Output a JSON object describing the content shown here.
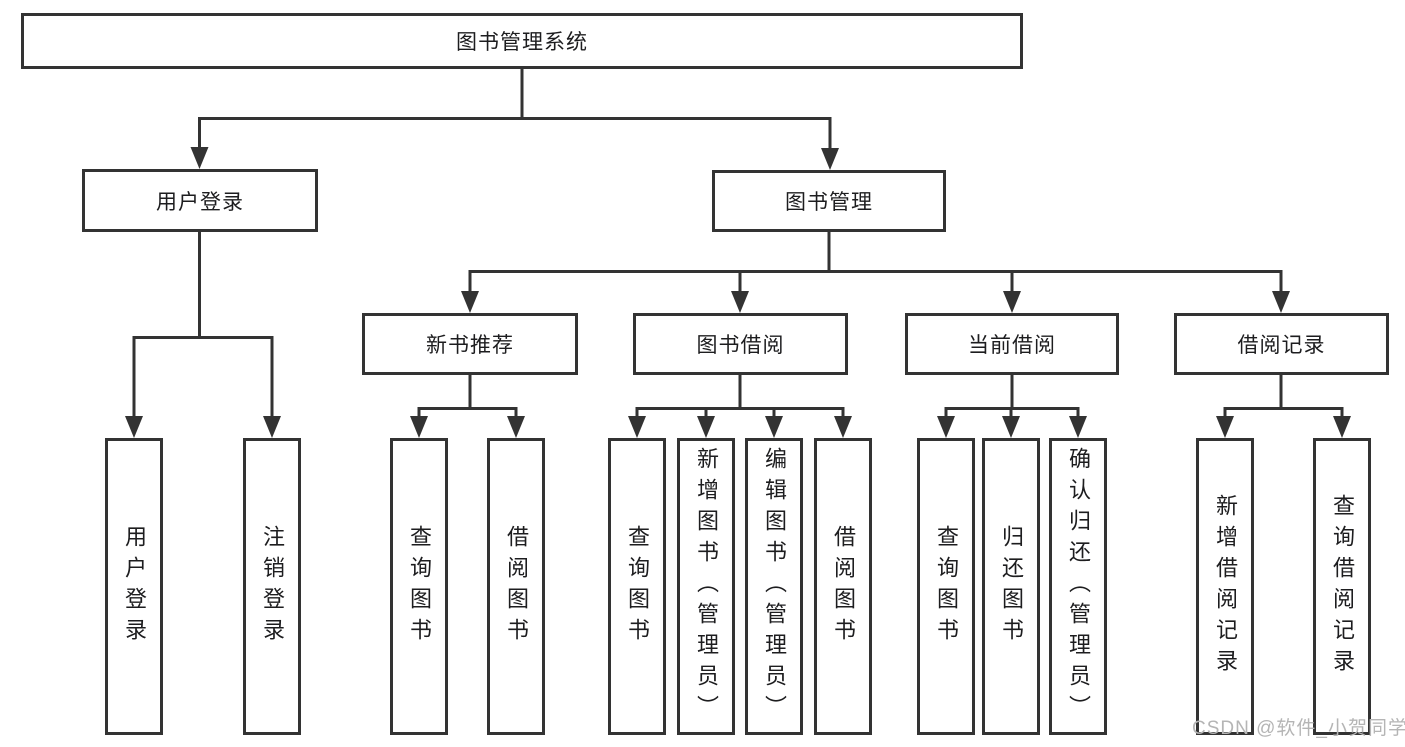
{
  "tree": {
    "root": "图书管理系统",
    "children": [
      {
        "label": "用户登录",
        "children": [
          "用户登录",
          "注销登录"
        ]
      },
      {
        "label": "图书管理",
        "children": [
          {
            "label": "新书推荐",
            "children": [
              "查询图书",
              "借阅图书"
            ]
          },
          {
            "label": "图书借阅",
            "children": [
              "查询图书",
              "新增图书（管理员）",
              "编辑图书（管理员）",
              "借阅图书"
            ]
          },
          {
            "label": "当前借阅",
            "children": [
              "查询图书",
              "归还图书",
              "确认归还（管理员）"
            ]
          },
          {
            "label": "借阅记录",
            "children": [
              "新增借阅记录",
              "查询借阅记录"
            ]
          }
        ]
      }
    ]
  },
  "watermark": "CSDN @软件_小贺同学",
  "colors": {
    "line": "#333333",
    "text": "#1d1d1f",
    "watermark": "#b5b5b5",
    "background": "#ffffff"
  }
}
